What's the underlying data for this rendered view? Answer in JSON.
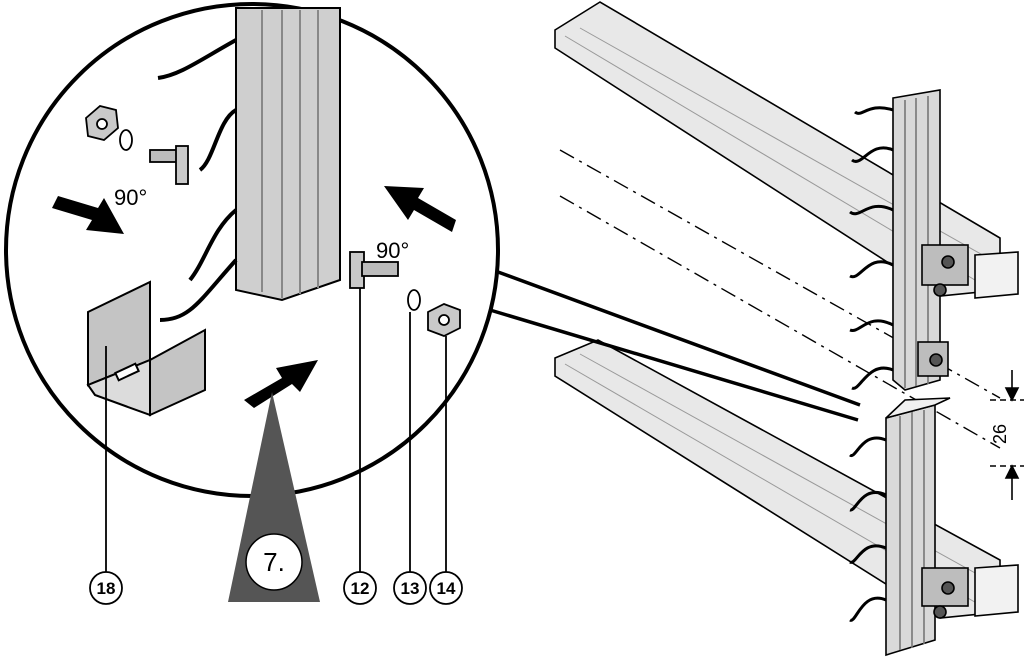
{
  "diagram": {
    "angle_left": "90°",
    "angle_right": "90°",
    "step_label": "7.",
    "callouts": [
      "18",
      "12",
      "13",
      "14"
    ],
    "dimension": "26"
  }
}
